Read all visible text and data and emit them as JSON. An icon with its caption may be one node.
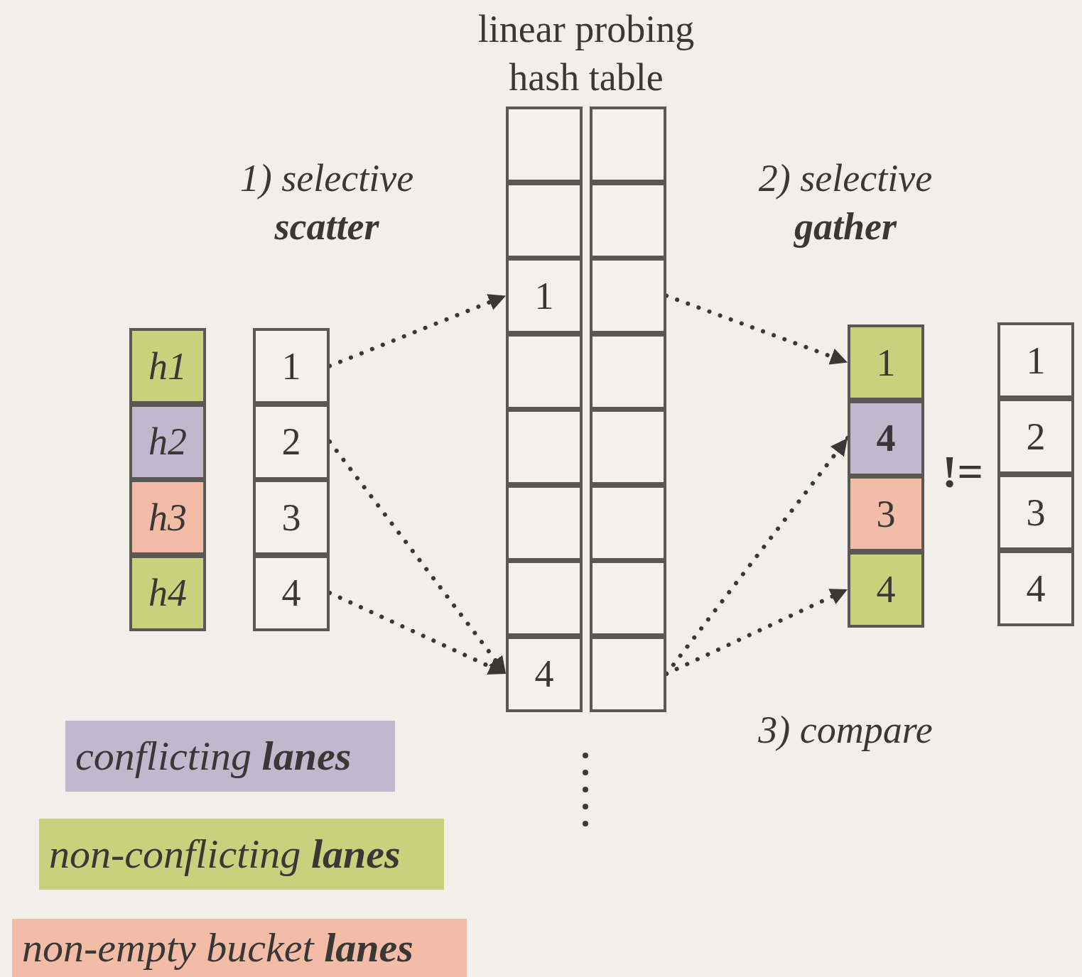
{
  "diagram": {
    "nodes": [
      {
        "text": [
          "h1"
        ]
      },
      {
        "text": [
          "h2"
        ]
      },
      {
        "text": [
          "h3"
        ]
      },
      {
        "text": [
          "h4"
        ]
      },
      {
        "text": [
          "1"
        ]
      },
      {
        "text": [
          "2"
        ]
      },
      {
        "text": [
          "3"
        ]
      },
      {
        "text": [
          "4"
        ]
      },
      {
        "text": [],
        "shape": "box"
      },
      {
        "text": [],
        "shape": "box"
      },
      {
        "text": [],
        "shape": "box"
      },
      {
        "text": [],
        "shape": "box"
      },
      {
        "text": [
          "1"
        ]
      },
      {
        "text": [],
        "shape": "box"
      },
      {
        "text": [],
        "shape": "box"
      },
      {
        "text": [],
        "shape": "box"
      },
      {
        "text": [],
        "shape": "box"
      },
      {
        "text": [],
        "shape": "box"
      },
      {
        "text": [],
        "shape": "box"
      },
      {
        "text": [],
        "shape": "box"
      },
      {
        "text": [],
        "shape": "box"
      },
      {
        "text": [],
        "shape": "box"
      },
      {
        "text": [
          "4"
        ]
      },
      {
        "text": [],
        "shape": "box"
      },
      {
        "text": [
          "1"
        ]
      },
      {
        "text": [
          "4"
        ]
      },
      {
        "text": [
          "3"
        ]
      },
      {
        "text": [
          "4"
        ]
      },
      {
        "text": [
          "1"
        ]
      },
      {
        "text": [
          "2"
        ]
      },
      {
        "text": [
          "3"
        ]
      },
      {
        "text": [
          "4"
        ]
      }
    ],
    "edges": [
      {
        "from": 4,
        "to": 12,
        "arrow": "to",
        "style": "dashed"
      },
      {
        "from": 5,
        "to": 22,
        "arrow": "to",
        "style": "dashed"
      },
      {
        "from": 7,
        "to": 22,
        "arrow": "to",
        "style": "dashed"
      },
      {
        "from": 13,
        "to": 24,
        "arrow": "to",
        "style": "dashed"
      },
      {
        "from": 23,
        "to": 25,
        "arrow": "to",
        "style": "dashed"
      },
      {
        "from": 23,
        "to": 27,
        "arrow": "to",
        "style": "dashed"
      }
    ],
    "labels": [
      "linear probing hash table",
      "1) selective **scatter**",
      "2) selective **gather**",
      "!=",
      "3) compare"
    ],
    "legend": [
      {
        "text": "conflicting **lanes**",
        "color": "#c0b8cc"
      },
      {
        "text": "non-conflicting **lanes**",
        "color": "#c6d37c"
      },
      {
        "text": "non-empty bucket **lanes**",
        "color": "#f2bca6"
      }
    ]
  }
}
